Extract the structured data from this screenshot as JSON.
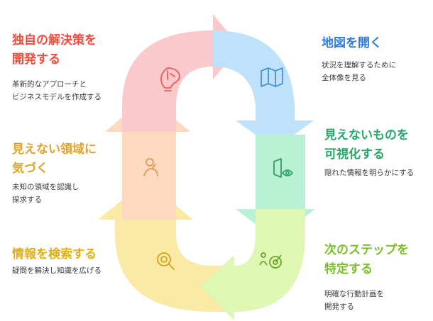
{
  "steps": [
    {
      "title_lines": [
        "独自の解決策を",
        "開発する"
      ],
      "desc_lines": [
        "革新的なアプローチと",
        "ビジネスモデルを作成する"
      ],
      "color": "#f24c3d",
      "fill": "#f9c9cb",
      "icon": "lightbulb-brain-icon"
    },
    {
      "title_lines": [
        "地図を開く"
      ],
      "desc_lines": [
        "状況を理解するために",
        "全体像を見る"
      ],
      "color": "#2f7de0",
      "fill": "#bfe2fa",
      "icon": "map-icon"
    },
    {
      "title_lines": [
        "見えないものを",
        "可視化する"
      ],
      "desc_lines": [
        "隠れた情報を明らかにする"
      ],
      "color": "#27a86a",
      "fill": "#b9f1d4",
      "icon": "door-eye-icon"
    },
    {
      "title_lines": [
        "次のステップを",
        "特定する"
      ],
      "desc_lines": [
        "明確な行動計画を",
        "開発する"
      ],
      "color": "#7cbf2e",
      "fill": "#def7b3",
      "icon": "target-person-icon"
    },
    {
      "title_lines": [
        "情報を検索する"
      ],
      "desc_lines": [
        "疑問を解決し知識を広げる"
      ],
      "color": "#e0b012",
      "fill": "#fbeaa6",
      "icon": "search-icon"
    },
    {
      "title_lines": [
        "見えない領域に",
        "気づく"
      ],
      "desc_lines": [
        "未知の領域を認識し",
        "探求する"
      ],
      "color": "#e0a52a",
      "fill": "#fdd9bf",
      "icon": "thinking-person-icon"
    }
  ]
}
